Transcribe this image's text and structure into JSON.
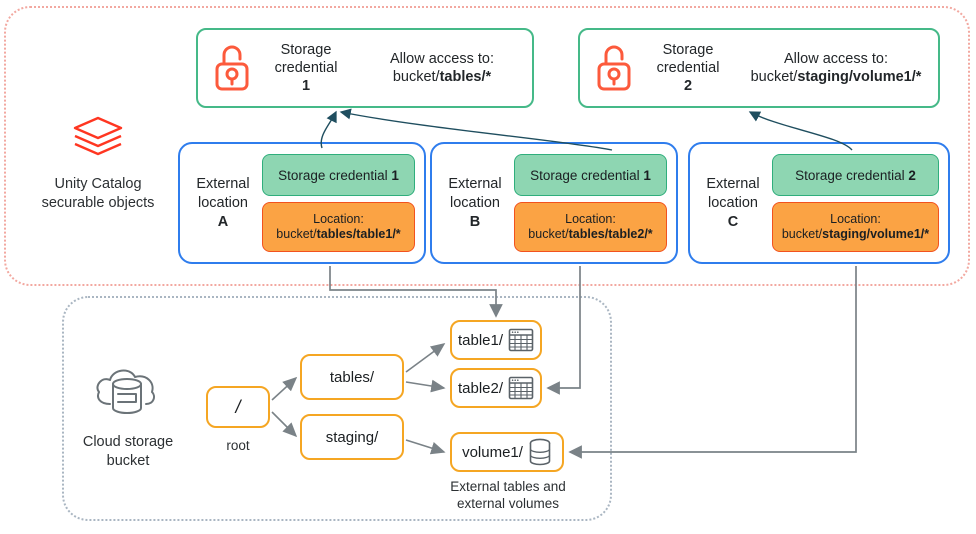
{
  "regions": {
    "unity_catalog": {
      "label_line1": "Unity Catalog",
      "label_line2": "securable objects",
      "icon": "databricks-layers-icon",
      "border_color": "#f2a8a0"
    },
    "cloud_storage": {
      "label_line1": "Cloud storage",
      "label_line2": "bucket",
      "icon": "cloud-database-icon",
      "border_color": "#aab6c2"
    }
  },
  "storage_credentials": [
    {
      "id": "cred-1",
      "icon": "lock-icon",
      "title_line1": "Storage",
      "title_line2": "credential",
      "number": "1",
      "allow_label": "Allow access to:",
      "allow_prefix": "bucket/",
      "allow_bold": "tables/*",
      "border_color": "#45b988"
    },
    {
      "id": "cred-2",
      "icon": "lock-icon",
      "title_line1": "Storage",
      "title_line2": "credential",
      "number": "2",
      "allow_label": "Allow access to:",
      "allow_prefix": "bucket/",
      "allow_bold": "staging/volume1/*",
      "border_color": "#45b988"
    }
  ],
  "external_locations": [
    {
      "id": "extloc-a",
      "name_line1": "External",
      "name_line2": "location",
      "letter": "A",
      "credential_label": "Storage credential",
      "credential_number": "1",
      "location_label": "Location:",
      "location_prefix": "bucket/",
      "location_bold": "tables/table1/*",
      "border_color": "#2f7ded"
    },
    {
      "id": "extloc-b",
      "name_line1": "External",
      "name_line2": "location",
      "letter": "B",
      "credential_label": "Storage credential",
      "credential_number": "1",
      "location_label": "Location:",
      "location_prefix": "bucket/",
      "location_bold": "tables/table2/*",
      "border_color": "#2f7ded"
    },
    {
      "id": "extloc-c",
      "name_line1": "External",
      "name_line2": "location",
      "letter": "C",
      "credential_label": "Storage credential",
      "credential_number": "2",
      "location_label": "Location:",
      "location_prefix": "bucket/",
      "location_bold": "staging/volume1/*",
      "border_color": "#2f7ded"
    }
  ],
  "bucket_tree": {
    "root": {
      "label": "/",
      "caption": "root"
    },
    "folders": [
      {
        "id": "node-tables",
        "label": "tables/"
      },
      {
        "id": "node-staging",
        "label": "staging/"
      }
    ],
    "leaves": [
      {
        "id": "node-table1",
        "label": "table1/",
        "icon": "table-icon"
      },
      {
        "id": "node-table2",
        "label": "table2/",
        "icon": "table-icon"
      },
      {
        "id": "node-volume1",
        "label": "volume1/",
        "icon": "database-icon"
      }
    ],
    "leaf_caption_line1": "External tables and",
    "leaf_caption_line2": "external volumes"
  },
  "palette": {
    "green_fill": "#8ed6b2",
    "green_border": "#2fae7c",
    "orange_fill": "#fba344",
    "orange_border": "#f2521e",
    "blue_border": "#2f7ded",
    "node_border": "#f5a623",
    "arrow_dark": "#1f4e5f",
    "arrow_gray": "#7a8287",
    "brand_red": "#ff3621"
  }
}
